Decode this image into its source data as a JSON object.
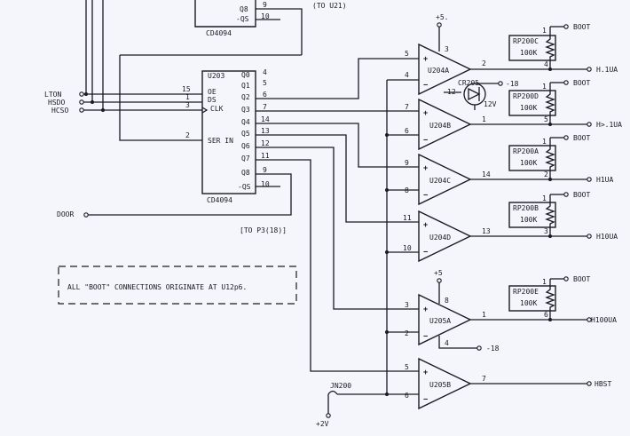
{
  "shift_register_top": {
    "part": "CD4094",
    "pins": [
      {
        "label": "Q8",
        "num": "9"
      },
      {
        "label": "-QS",
        "num": "10"
      }
    ],
    "note": "(TO U21)"
  },
  "shift_register_main": {
    "ref": "U203",
    "part": "CD4094",
    "note": "[TO P3(18)]",
    "left_pins": [
      {
        "label": "OE",
        "num": "15"
      },
      {
        "label": "DS",
        "num": "1"
      },
      {
        "label": "CLK",
        "num": "3"
      },
      {
        "label": "SER IN",
        "num": "2"
      }
    ],
    "outputs": [
      {
        "label": "Q0",
        "num": "4"
      },
      {
        "label": "Q1",
        "num": "5"
      },
      {
        "label": "Q2",
        "num": "6"
      },
      {
        "label": "Q3",
        "num": "7"
      },
      {
        "label": "Q4",
        "num": "14"
      },
      {
        "label": "Q5",
        "num": "13"
      },
      {
        "label": "Q6",
        "num": "12"
      },
      {
        "label": "Q7",
        "num": "11"
      },
      {
        "label": "Q8",
        "num": "9"
      },
      {
        "label": "-QS",
        "num": "10"
      }
    ]
  },
  "inputs": {
    "lton": "LTON",
    "hsdo": "HSDO",
    "hcso": "HCSO",
    "door": "DOOR"
  },
  "power": {
    "vplus": "+5.",
    "vplus2": "+5",
    "vminus": "-18",
    "vminus2": "-18",
    "v2": "+2V",
    "v12": "12V"
  },
  "diode": {
    "ref": "CR205",
    "pin_a": "12"
  },
  "jumper": {
    "ref": "JN200"
  },
  "opamps": [
    {
      "ref": "U204A",
      "in_plus": "5",
      "in_minus": "4",
      "out": "2",
      "vpin": "3",
      "output_label": "H.1UA",
      "res_ref": "RP200C",
      "res_val": "100K",
      "res_top": "1",
      "res_bot": "4",
      "boot": "BOOT"
    },
    {
      "ref": "U204B",
      "in_plus": "7",
      "in_minus": "6",
      "out": "1",
      "vpin": "",
      "output_label": "H>.1UA",
      "res_ref": "RP200D",
      "res_val": "100K",
      "res_top": "1",
      "res_bot": "5",
      "boot": "BOOT"
    },
    {
      "ref": "U204C",
      "in_plus": "9",
      "in_minus": "8",
      "out": "14",
      "vpin": "",
      "output_label": "H1UA",
      "res_ref": "RP200A",
      "res_val": "100K",
      "res_top": "1",
      "res_bot": "2",
      "boot": "BOOT"
    },
    {
      "ref": "U204D",
      "in_plus": "11",
      "in_minus": "10",
      "out": "13",
      "vpin": "",
      "output_label": "H10UA",
      "res_ref": "RP200B",
      "res_val": "100K",
      "res_top": "1",
      "res_bot": "3",
      "boot": "BOOT"
    },
    {
      "ref": "U205A",
      "in_plus": "3",
      "in_minus": "2",
      "out": "1",
      "vpin": "8",
      "vpin_neg": "4",
      "output_label": "H100UA",
      "res_ref": "RP200E",
      "res_val": "100K",
      "res_top": "1",
      "res_bot": "6",
      "boot": "BOOT"
    },
    {
      "ref": "U205B",
      "in_plus": "5",
      "in_minus": "6",
      "out": "7",
      "vpin": "",
      "output_label": "HBST"
    }
  ],
  "note_box": "ALL \"BOOT\" CONNECTIONS ORIGINATE AT U12p6."
}
